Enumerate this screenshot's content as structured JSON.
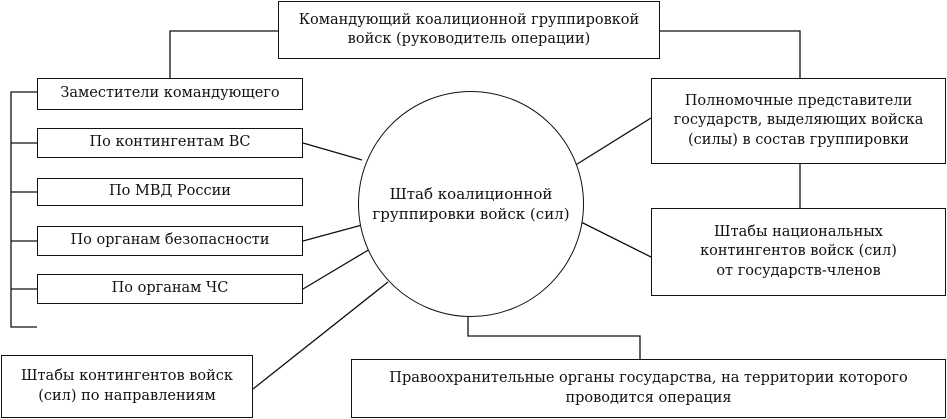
{
  "diagram": {
    "commander": "Командующий коалиционной группировкой\nвойск (руководитель операции)",
    "center": "Штаб коалиционной\nгруппировки войск (сил)",
    "deputies": {
      "title": "Заместители командующего",
      "items": [
        "По контингентам ВС",
        "По МВД России",
        "По органам безопасности",
        "По органам ЧС"
      ]
    },
    "directional_hq": "Штабы контингентов войск\n(сил) по направлениям",
    "representatives": "Полномочные представители\nгосударств, выделяющих войска\n(силы) в состав группировки",
    "national_hq": "Штабы национальных\nконтингентов войск (сил)\nот государств-членов",
    "law_enforcement": "Правоохранительные органы государства, на территории которого\nпроводится операция"
  }
}
